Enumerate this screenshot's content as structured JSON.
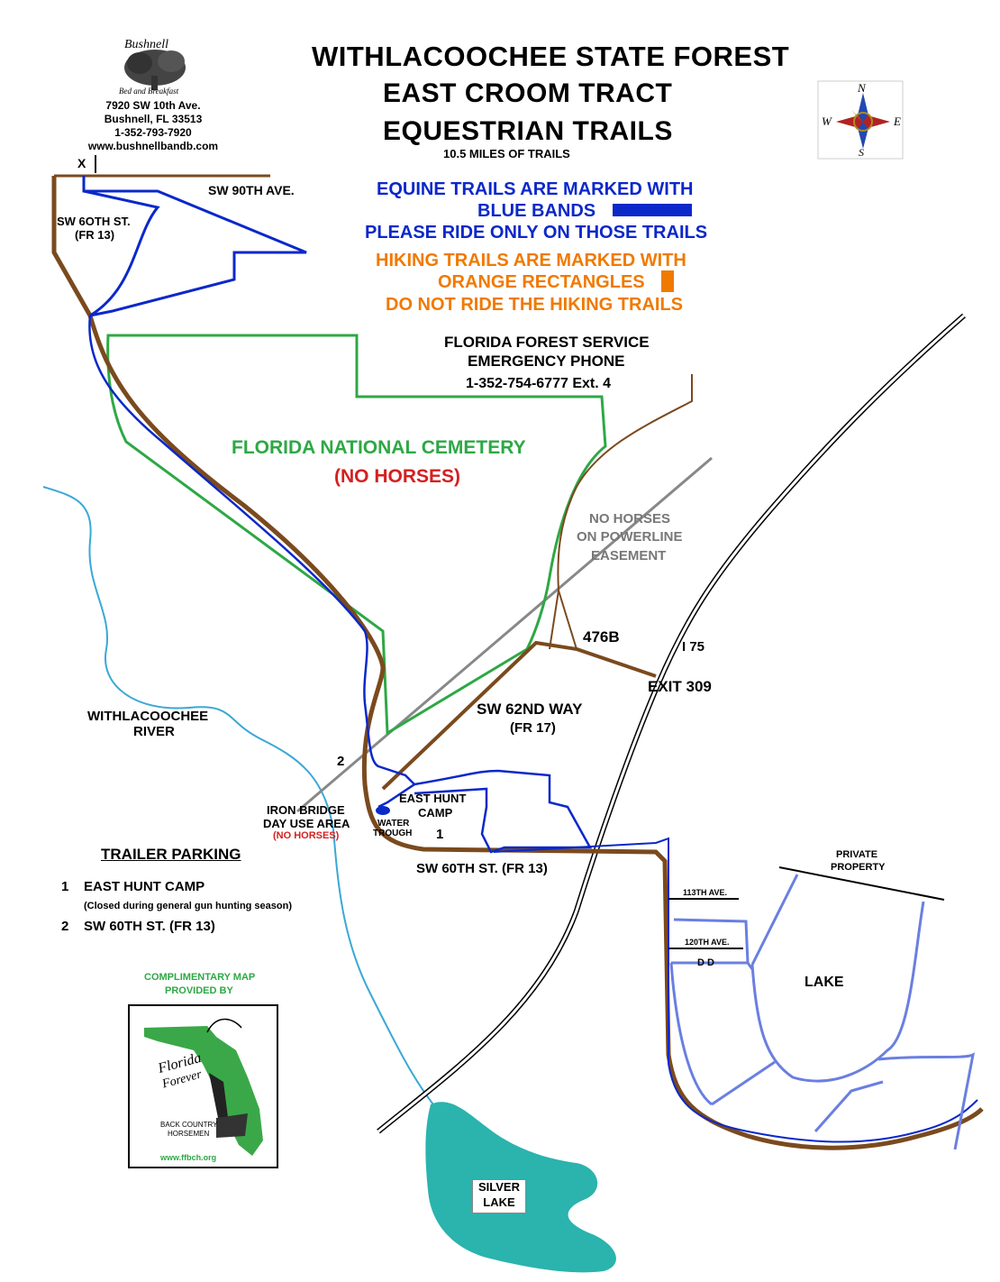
{
  "header": {
    "title_line1": "WITHLACOOCHEE STATE FOREST",
    "title_line2": "EAST CROOM TRACT",
    "title_line3": "EQUESTRIAN TRAILS",
    "subtitle": "10.5 MILES OF TRAILS"
  },
  "sponsor": {
    "logo_script": "Bushnell",
    "logo_tagline": "Bed and Breakfast",
    "address": "7920 SW 10th Ave.",
    "city": "Bushnell, FL 33513",
    "phone": "1-352-793-7920",
    "website": "www.bushnellbandb.com"
  },
  "compass": {
    "n": "N",
    "s": "S",
    "e": "E",
    "w": "W"
  },
  "notices": {
    "equine_line1": "EQUINE TRAILS ARE MARKED WITH",
    "equine_line2": "BLUE BANDS",
    "equine_line3": "PLEASE RIDE ONLY ON THOSE TRAILS",
    "hiking_line1": "HIKING TRAILS ARE MARKED WITH",
    "hiking_line2": "ORANGE RECTANGLES",
    "hiking_line3": "DO NOT RIDE THE HIKING TRAILS",
    "ffs_line1": "FLORIDA FOREST SERVICE",
    "ffs_line2": "EMERGENCY PHONE",
    "ffs_line3": "1-352-754-6777 Ext. 4"
  },
  "labels": {
    "start_x": "X",
    "sw90": "SW 90TH AVE.",
    "sw60_top_1": "SW 6OTH ST.",
    "sw60_top_2": "(FR 13)",
    "cemetery": "FLORIDA NATIONAL CEMETERY",
    "no_horses": "(NO HORSES)",
    "powerline_1": "NO HORSES",
    "powerline_2": "ON POWERLINE",
    "powerline_3": "EASEMENT",
    "road_476b": "476B",
    "i75": "I 75",
    "exit309": "EXIT 309",
    "sw62_1": "SW 62ND WAY",
    "sw62_2": "(FR 17)",
    "river_1": "WITHLACOOCHEE",
    "river_2": "RIVER",
    "marker_2": "2",
    "marker_1": "1",
    "east_hunt_1": "EAST HUNT",
    "east_hunt_2": "CAMP",
    "iron_bridge_1": "IRON BRIDGE",
    "iron_bridge_2": "DAY USE AREA",
    "iron_bridge_3": "(NO HORSES)",
    "water_1": "WATER",
    "water_2": "TROUGH",
    "sw60_bottom": "SW 60TH ST. (FR 13)",
    "private_1": "PRIVATE",
    "private_2": "PROPERTY",
    "ave113": "113TH AVE.",
    "ave120": "120TH AVE.",
    "dd": "D D",
    "lake": "LAKE",
    "silver_1": "SILVER",
    "silver_2": "LAKE"
  },
  "trailer_parking": {
    "heading": "TRAILER PARKING",
    "item1_num": "1",
    "item1": "EAST HUNT CAMP",
    "item1_note": "(Closed during general gun hunting season)",
    "item2_num": "2",
    "item2": "SW 60TH ST. (FR 13)"
  },
  "credit": {
    "line1": "COMPLIMENTARY MAP",
    "line2": "PROVIDED BY",
    "logo_script_1": "Florida",
    "logo_script_2": "Forever",
    "org_1": "BACK COUNTRY",
    "org_2": "HORSEMEN",
    "web": "www.ffbch.org"
  },
  "colors": {
    "equine_trail": "#0b28c9",
    "hiking_trail": "#f07a00",
    "road": "#7a4a1e",
    "cemetery": "#2ea845",
    "river": "#3aa8d6",
    "silver_lake": "#2bb3ad",
    "lake_trail": "#6a7fe0"
  }
}
